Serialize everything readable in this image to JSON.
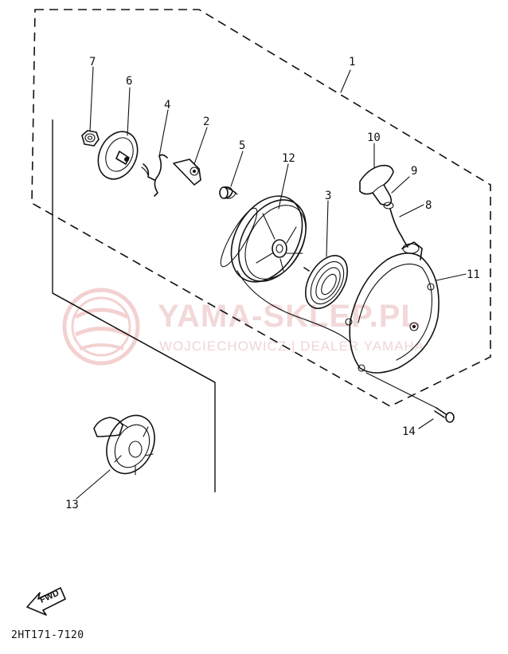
{
  "diagram": {
    "callouts": [
      {
        "id": "1",
        "label": "1"
      },
      {
        "id": "2",
        "label": "2"
      },
      {
        "id": "3",
        "label": "3"
      },
      {
        "id": "4",
        "label": "4"
      },
      {
        "id": "5",
        "label": "5"
      },
      {
        "id": "6",
        "label": "6"
      },
      {
        "id": "7",
        "label": "7"
      },
      {
        "id": "8",
        "label": "8"
      },
      {
        "id": "9",
        "label": "9"
      },
      {
        "id": "10",
        "label": "10"
      },
      {
        "id": "11",
        "label": "11"
      },
      {
        "id": "12",
        "label": "12"
      },
      {
        "id": "13",
        "label": "13"
      },
      {
        "id": "14",
        "label": "14"
      }
    ],
    "direction_marker": "FWD",
    "diagram_code": "2HT171-7120"
  },
  "watermark": {
    "title": "YAMA-SKLEP.PL",
    "subtitle": "WOJCIECHOWICZ | DEALER YAMAHA"
  }
}
